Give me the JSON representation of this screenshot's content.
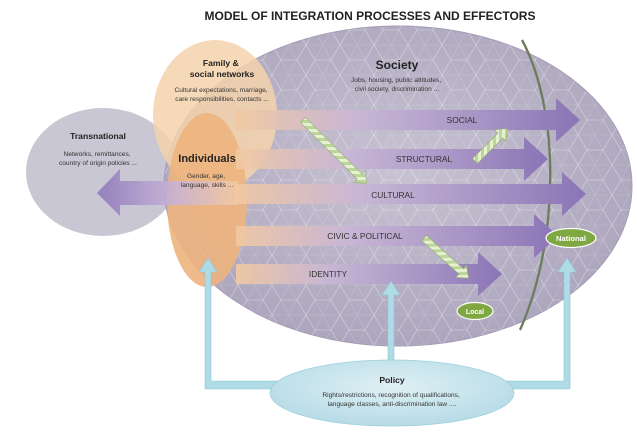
{
  "title": "MODEL OF INTEGRATION PROCESSES AND EFFECTORS",
  "nodes": {
    "family": {
      "heading": [
        "Family &",
        "social networks"
      ],
      "desc": [
        "Cultural expectations, marriage,",
        "care responsibilities, contacts ..."
      ]
    },
    "society": {
      "heading": "Society",
      "desc": [
        "Jobs, housing, public  attitudes,",
        "civil society, discrimination ..."
      ]
    },
    "transnational": {
      "heading": "Transnational",
      "desc": [
        "Networks, remittances,",
        "country of origin policies ..."
      ]
    },
    "individuals": {
      "heading": "Individuals",
      "desc": [
        "Gender, age,",
        "language, skills ..."
      ]
    },
    "policy": {
      "heading": "Policy",
      "desc": [
        "Rights/restrictions, recognition of qualifications,",
        "language classes, anti-discrimination law ...."
      ]
    }
  },
  "domains": [
    "SOCIAL",
    "STRUCTURAL",
    "CULTURAL",
    "CIVIC & POLITICAL",
    "IDENTITY"
  ],
  "levels": {
    "national": "National",
    "local": "Local"
  },
  "colors": {
    "society_fill": "#b9b4c6",
    "transnational_fill": "#c8c6d2",
    "family_fill": "#f2cfa6",
    "individuals_fill": "#eeb27a",
    "arrow_start": "#f0c39b",
    "arrow_end": "#8e79b8",
    "policy_fill": "#bfe0ea",
    "policy_arrow": "#aedbe6",
    "badge_green": "#7fa843",
    "dashed_arrow": "#d6e8b6"
  }
}
